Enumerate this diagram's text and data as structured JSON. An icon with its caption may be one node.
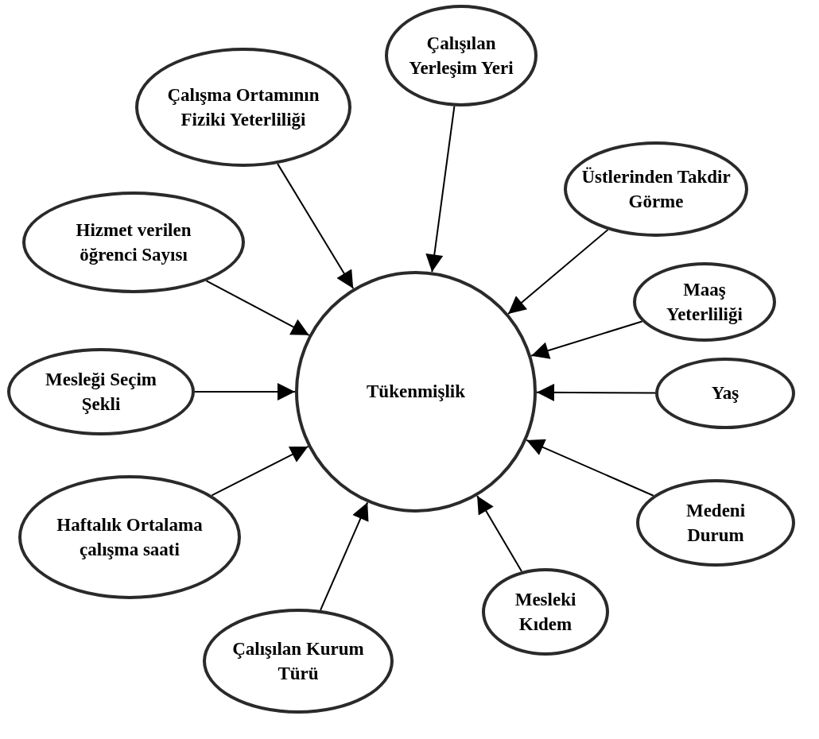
{
  "diagram": {
    "nodes": [
      {
        "text": [
          "Tükenmişlik"
        ]
      },
      {
        "text": [
          "Çalışılan Yerleşim Yeri"
        ]
      },
      {
        "text": [
          "Çalışma Ortamının Fiziki Yeterliliği"
        ]
      },
      {
        "text": [
          "Üstlerinden Takdir Görme"
        ]
      },
      {
        "text": [
          "Hizmet verilen öğrenci Sayısı"
        ]
      },
      {
        "text": [
          "Maaş Yeterliliği"
        ]
      },
      {
        "text": [
          "Mesleği Seçim Şekli"
        ]
      },
      {
        "text": [
          "Yaş"
        ]
      },
      {
        "text": [
          "Haftalık Ortalama çalışma saati"
        ]
      },
      {
        "text": [
          "Medeni Durum"
        ]
      },
      {
        "text": [
          "Mesleki Kıdem"
        ]
      },
      {
        "text": [
          "Çalışılan Kurum Türü"
        ]
      }
    ],
    "edges": [
      {
        "from": 1,
        "to": 0,
        "arrow": "to"
      },
      {
        "from": 2,
        "to": 0,
        "arrow": "to"
      },
      {
        "from": 3,
        "to": 0,
        "arrow": "to"
      },
      {
        "from": 4,
        "to": 0,
        "arrow": "to"
      },
      {
        "from": 5,
        "to": 0,
        "arrow": "to"
      },
      {
        "from": 6,
        "to": 0,
        "arrow": "to"
      },
      {
        "from": 7,
        "to": 0,
        "arrow": "to"
      },
      {
        "from": 8,
        "to": 0,
        "arrow": "to"
      },
      {
        "from": 9,
        "to": 0,
        "arrow": "to"
      },
      {
        "from": 10,
        "to": 0,
        "arrow": "to"
      },
      {
        "from": 11,
        "to": 0,
        "arrow": "to"
      }
    ]
  }
}
